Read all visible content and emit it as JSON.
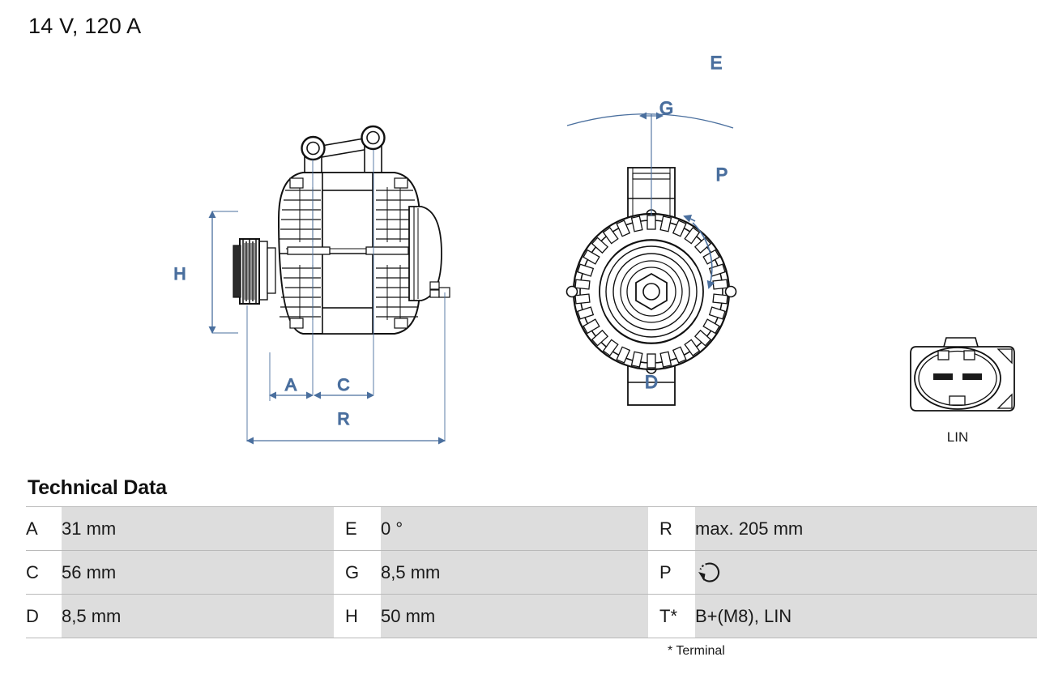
{
  "title": "14 V, 120 A",
  "tech": {
    "heading": "Technical Data",
    "footnote": "* Terminal",
    "rows": [
      {
        "k1": "A",
        "v1": "31 mm",
        "k2": "E",
        "v2": "0 °",
        "k3": "R",
        "v3": "max. 205 mm"
      },
      {
        "k1": "C",
        "v1": "56 mm",
        "k2": "G",
        "v2": "8,5 mm",
        "k3": "P",
        "v3": ""
      },
      {
        "k1": "D",
        "v1": "8,5 mm",
        "k2": "H",
        "v2": "50 mm",
        "k3": "T*",
        "v3": "B+(M8), LIN"
      }
    ]
  },
  "drawing": {
    "side_view": {
      "name": "alternator-side-view",
      "dim_labels": [
        "H",
        "A",
        "C",
        "R"
      ]
    },
    "front_view": {
      "name": "alternator-front-view",
      "dim_labels": [
        "E",
        "G",
        "P",
        "D"
      ]
    },
    "connector": {
      "name": "lin-connector",
      "label": "LIN"
    }
  },
  "colors": {
    "dimension_blue": "#4a6f9e",
    "line_black": "#111111",
    "row_fill": "#dddddd",
    "row_border": "#b9b9b9",
    "pin_black": "#1a1a1a"
  }
}
